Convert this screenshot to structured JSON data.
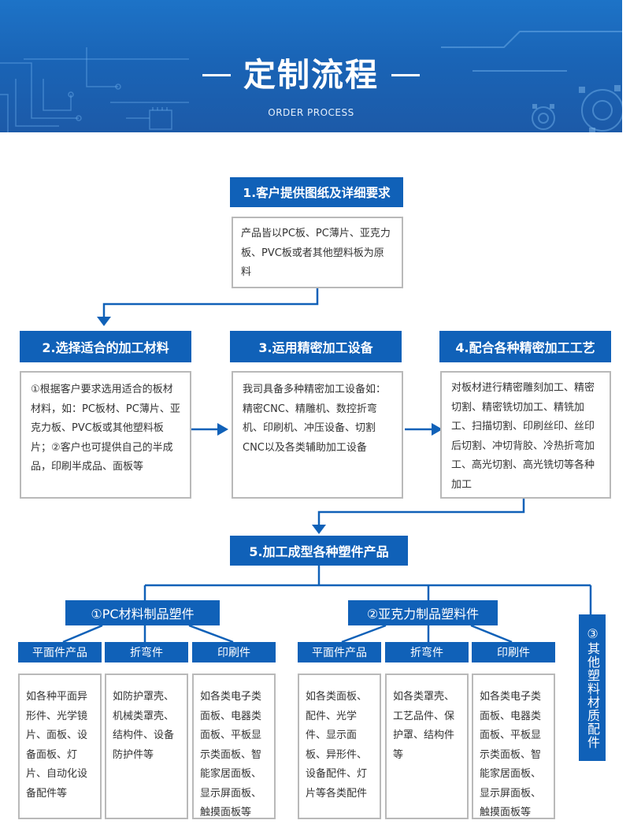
{
  "banner": {
    "title": "定制流程",
    "subtitle": "ORDER PROCESS"
  },
  "steps": {
    "step1": {
      "title": "1.客户提供图纸及详细要求",
      "desc": "产品皆以PC板、PC薄片、亚克力板、PVC板或者其他塑料板为原料"
    },
    "step2": {
      "title": "2.选择适合的加工材料",
      "desc": "①根据客户要求选用适合的板材材料，如：PC板材、PC薄片、亚克力板、PVC板或其他塑料板片；②客户也可提供自己的半成品，印刷半成品、面板等"
    },
    "step3": {
      "title": "3.运用精密加工设备",
      "desc": "我司具备多种精密加工设备如：精密CNC、精雕机、数控折弯机、印刷机、冲压设备、切割CNC以及各类辅助加工设备"
    },
    "step4": {
      "title": "4.配合各种精密加工工艺",
      "desc": "对板材进行精密雕刻加工、精密切割、精密铣切加工、精铣加工、扫描切割、印刷丝印、丝印后切割、冲切背胶、冷热折弯加工、高光切割、高光铣切等各种加工"
    },
    "step5": {
      "title": "5.加工成型各种塑件产品"
    }
  },
  "categories": {
    "pc": {
      "title": "①PC材料制品塑件",
      "items": [
        {
          "label": "平面件产品",
          "desc": "如各种平面异形件、光学镜片、面板、设备面板、灯片、自动化设备配件等"
        },
        {
          "label": "折弯件",
          "desc": "如防护罩壳、机械类罩壳、结构件、设备防护件等"
        },
        {
          "label": "印刷件",
          "desc": "如各类电子类面板、电器类面板、平板显示类面板、智能家居面板、显示屏面板、触摸面板等"
        }
      ]
    },
    "acrylic": {
      "title": "②亚克力制品塑料件",
      "items": [
        {
          "label": "平面件产品",
          "desc": "如各类面板、配件、光学件、显示面板、异形件、设备配件、灯片等各类配件"
        },
        {
          "label": "折弯件",
          "desc": "如各类罩壳、工艺品件、保护罩、结构件等"
        },
        {
          "label": "印刷件",
          "desc": "如各类电子类面板、电器类面板、平板显示类面板、智能家居面板、显示屏面板、触摸面板等"
        }
      ]
    },
    "other": {
      "title": "③其他塑料材质配件"
    }
  },
  "colors": {
    "primary": "#1061b8",
    "box_border": "#b9b9b9"
  }
}
